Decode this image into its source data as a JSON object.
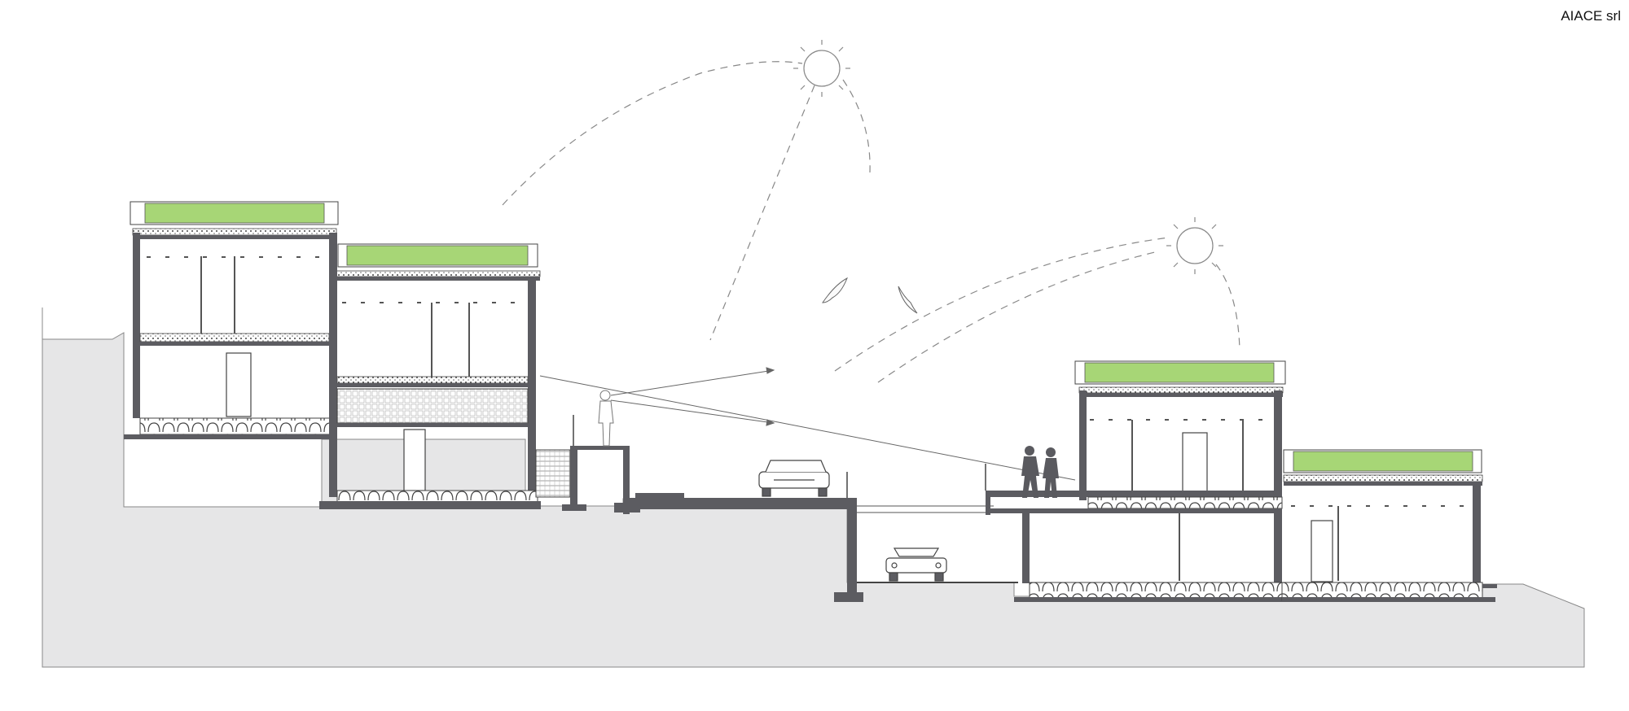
{
  "credit": {
    "text": "AIACE srl"
  },
  "colors": {
    "terrain": "#e6e6e7",
    "structure": "#5c5c61",
    "green_roof": "#a7d676",
    "line": "#333333",
    "dashed_path": "#888888",
    "figure": "#5a5a5f"
  },
  "elements": {
    "buildings": [
      "building-1",
      "building-2",
      "building-3",
      "building-4"
    ],
    "vehicles": [
      "car-street",
      "car-garage"
    ],
    "figures": [
      "person-viewpoint",
      "person-pair"
    ],
    "sun_icons": [
      "sun-icon-high",
      "sun-icon-low"
    ],
    "bird_icons": [
      "bird-icon-1",
      "bird-icon-2"
    ]
  }
}
